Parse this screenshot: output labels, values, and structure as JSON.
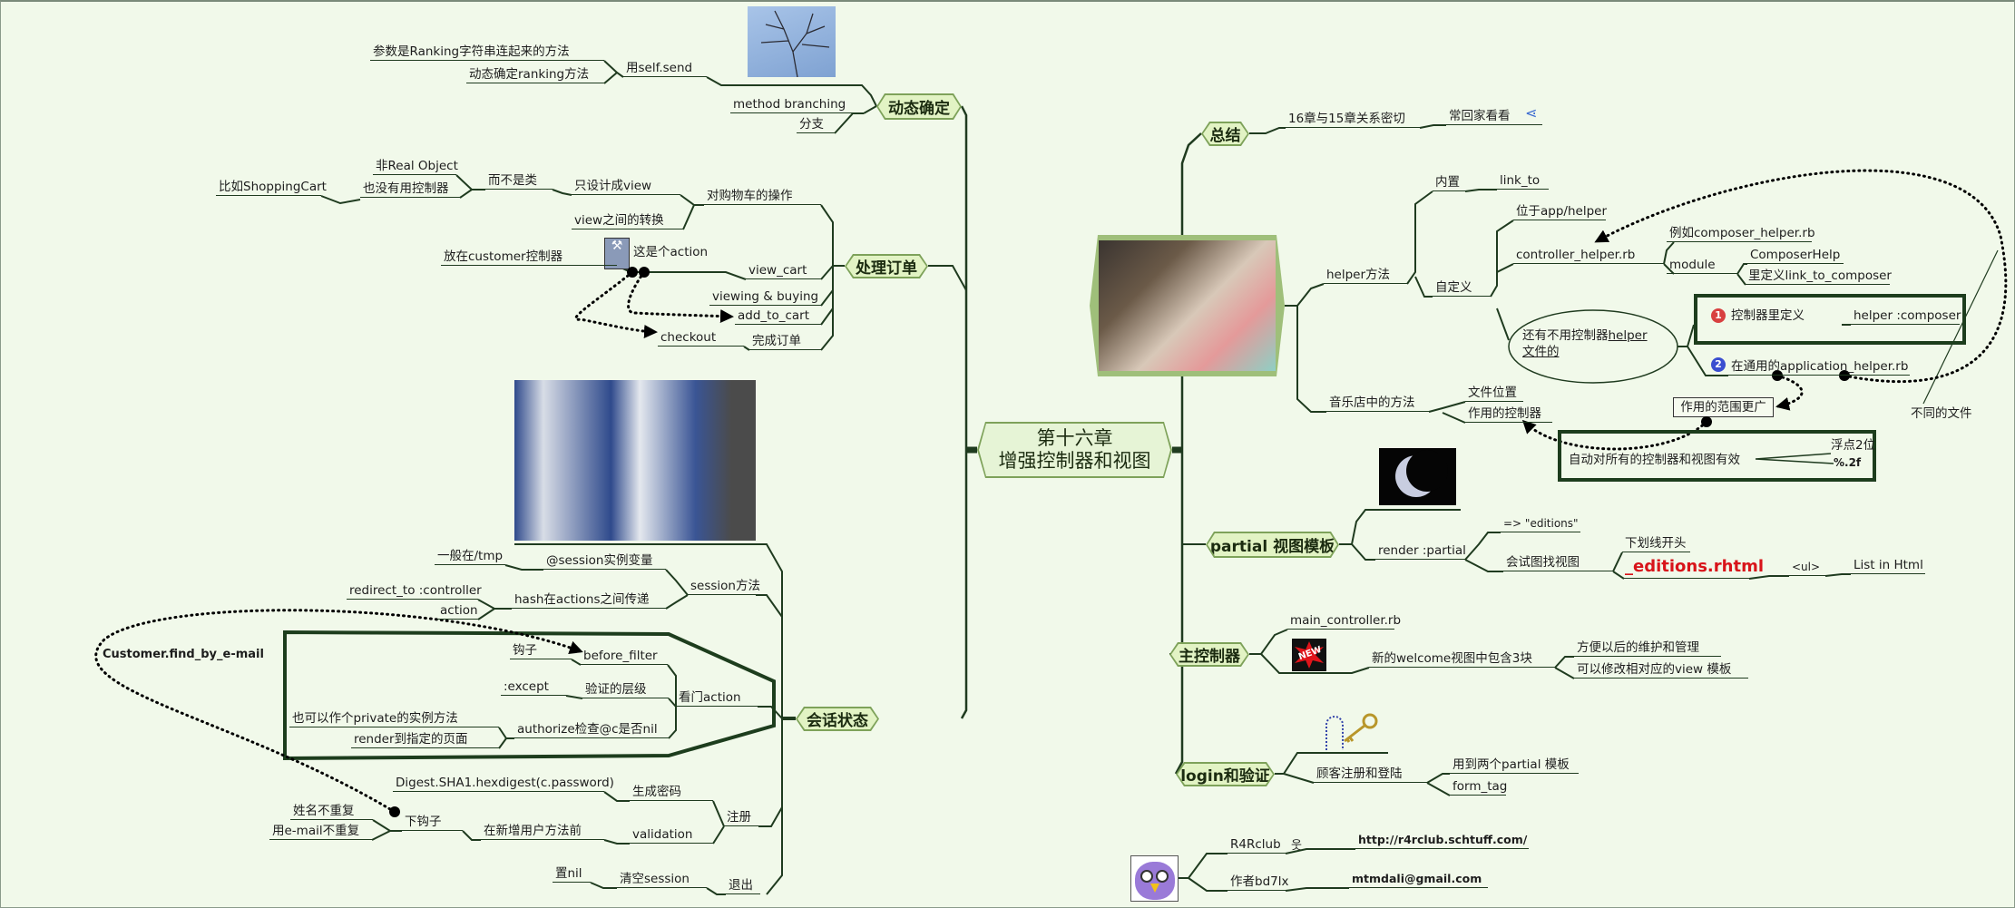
{
  "central": {
    "line1": "第十六章",
    "line2": "增强控制器和视图"
  },
  "dynamic": {
    "title": "动态确定",
    "items": [
      "参数是Ranking字符串连起来的方法",
      "动态确定ranking方法",
      "用self.send",
      "method branching",
      "分支"
    ]
  },
  "order": {
    "title": "处理订单",
    "items": [
      "非Real Object",
      "也没有用控制器",
      "比如ShoppingCart",
      "而不是类",
      "只设计成view",
      "对购物车的操作",
      "view之间的转换",
      "放在customer控制器",
      "这是个action",
      "view_cart",
      "viewing & buying",
      "add_to_cart",
      "checkout",
      "完成订单"
    ]
  },
  "session": {
    "title": "会话状态",
    "items": [
      "一般在/tmp",
      "@session实例变量",
      "session方法",
      "redirect_to :controller",
      "action",
      "hash在actions之间传递",
      "Customer.find_by_e-mail",
      "钩子",
      "before_filter",
      ":except",
      "验证的层级",
      "看门action",
      "也可以作个private的实例方法",
      "render到指定的页面",
      "authorize检查@c是否nil",
      "Digest.SHA1.hexdigest(c.password)",
      "生成密码",
      "注册",
      "姓名不重复",
      "用e-mail不重复",
      "下钩子",
      "在新增用户方法前",
      "validation",
      "置nil",
      "清空session",
      "退出"
    ]
  },
  "summary": {
    "title": "总结",
    "items": [
      "16章与15章关系密切",
      "常回家看看"
    ]
  },
  "helper": {
    "items": [
      "helper方法",
      "内置",
      "link_to",
      "自定义",
      "位于app/helper",
      "controller_helper.rb",
      "例如composer_helper.rb",
      "module",
      "ComposerHelp",
      "里定义link_to_composer",
      "还有不用控制器",
      "helper",
      "文件的",
      "控制器里定义",
      "helper :composer",
      "在通用的application_helper.rb",
      "作用的范围更广",
      "不同的文件",
      "音乐店中的方法",
      "文件位置",
      "作用的控制器",
      "自动对所有的控制器和视图有效",
      "浮点2位",
      "%.2f"
    ],
    "markers": [
      "1",
      "2"
    ]
  },
  "partial": {
    "title": "partial 视图模板",
    "items": [
      "render :partial",
      "=> \"editions\"",
      "下划线开头",
      "会试图找视图",
      "_editions.rhtml",
      "<ul>",
      "List in Html"
    ]
  },
  "main": {
    "title": "主控制器",
    "items": [
      "main_controller.rb",
      "新的welcome视图中包含3块",
      "方便以后的维护和管理",
      "可以修改相对应的view 模板"
    ],
    "badge": "NEW"
  },
  "login": {
    "title": "login和验证",
    "items": [
      "顾客注册和登陆",
      "用到两个partial 模板",
      "form_tag"
    ]
  },
  "footer": {
    "items": [
      "R4Rclub",
      "http://r4rclub.schtuff.com/",
      "作者bd7lx",
      "mtmdali@gmail.com"
    ]
  },
  "colors": {
    "line": "#1f3b1f",
    "node_fill": "#e2f3c4",
    "accent_red": "#d8141a",
    "background": "#f1f9ea"
  }
}
